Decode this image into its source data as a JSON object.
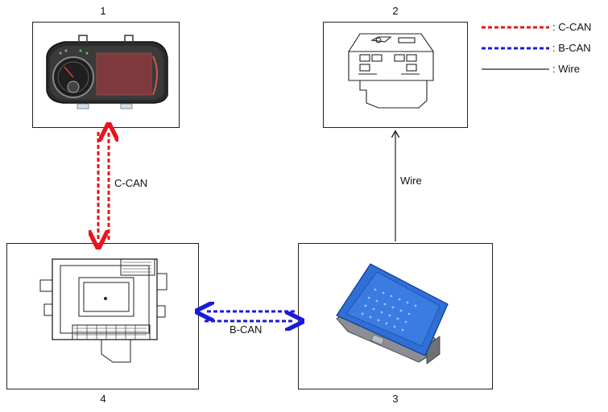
{
  "components": [
    {
      "number": "1",
      "name": "instrument-cluster"
    },
    {
      "number": "2",
      "name": "wireless-charger-pad"
    },
    {
      "number": "3",
      "name": "wireless-charger-module"
    },
    {
      "number": "4",
      "name": "integrated-body-control-unit"
    }
  ],
  "connections": {
    "c_can_label": "C-CAN",
    "b_can_label": "B-CAN",
    "wire_label": "Wire"
  },
  "legend": {
    "c_can": ": C-CAN",
    "b_can": ": B-CAN",
    "wire": ": Wire"
  },
  "colors": {
    "c_can": "#e8141b",
    "b_can": "#1a1adc",
    "wire": "#222222",
    "module_blue": "#2f6fd6"
  }
}
